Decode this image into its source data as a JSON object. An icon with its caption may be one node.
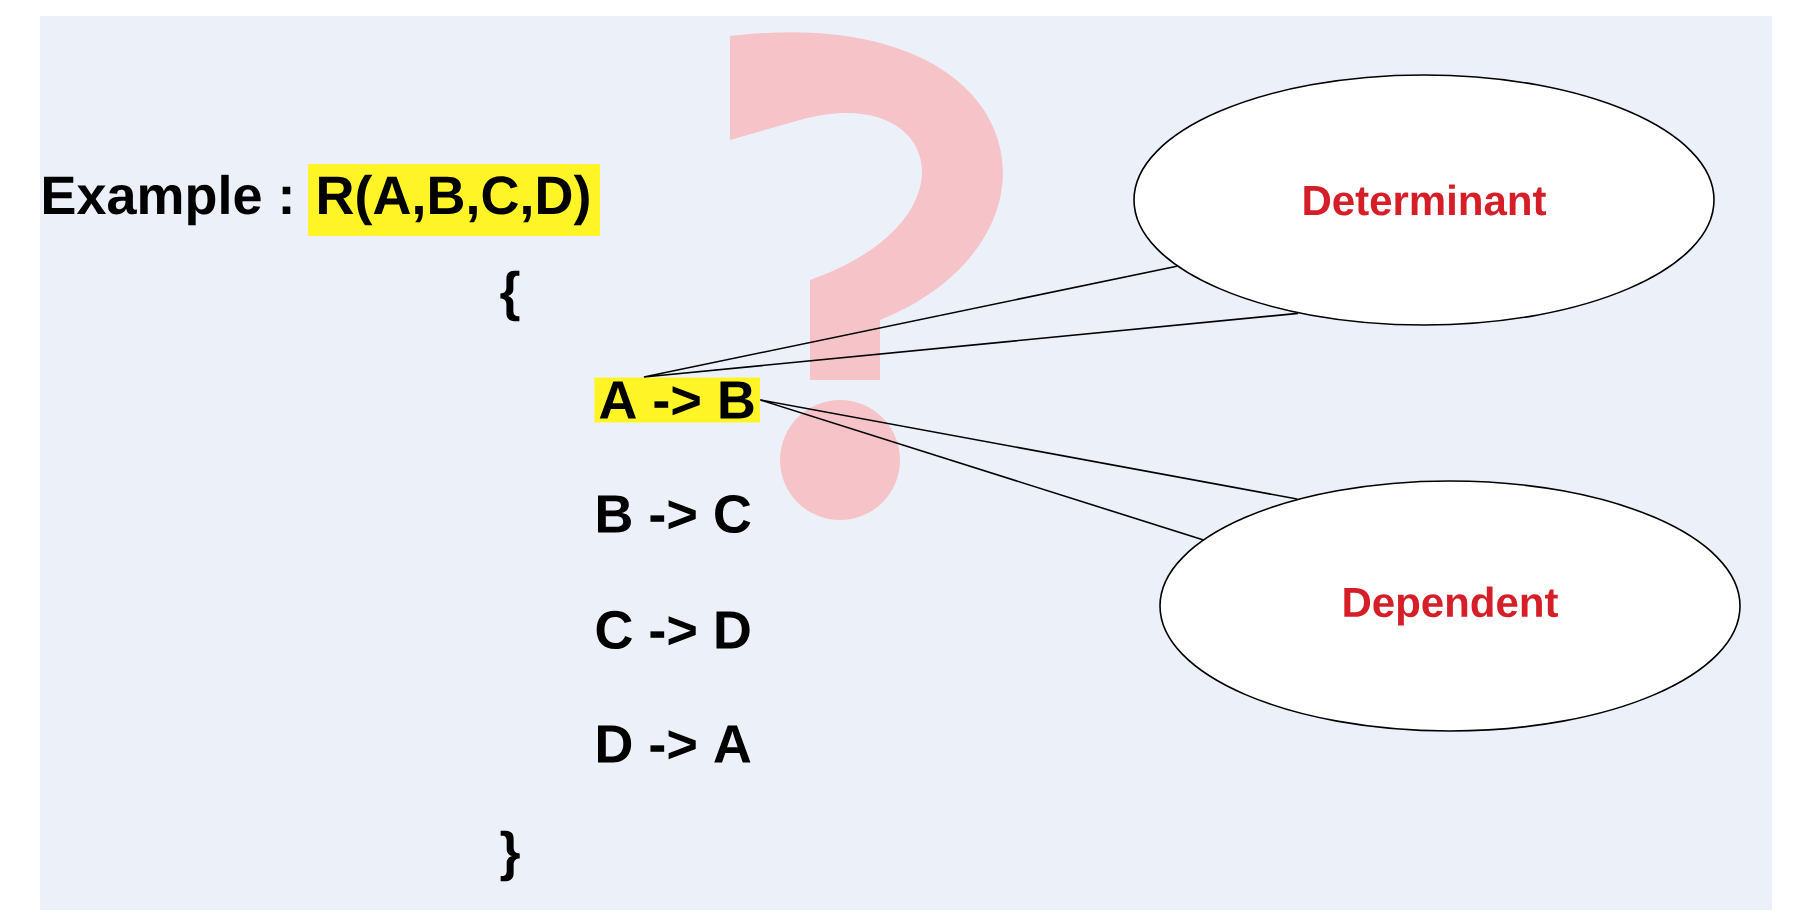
{
  "diagram": {
    "nodes": [
      {
        "text": [
          "Determinant"
        ]
      },
      {
        "text": [
          "Dependent"
        ]
      },
      {
        "text": [
          "A -> B"
        ]
      }
    ],
    "edges": [
      {
        "from": 0,
        "to": 2,
        "arrow": "none"
      },
      {
        "from": 1,
        "to": 2,
        "arrow": "none"
      }
    ],
    "labels": [
      "Example : R(A,B,C,D)",
      "{",
      "B -> C",
      "C -> D",
      "D -> A",
      "}"
    ]
  }
}
